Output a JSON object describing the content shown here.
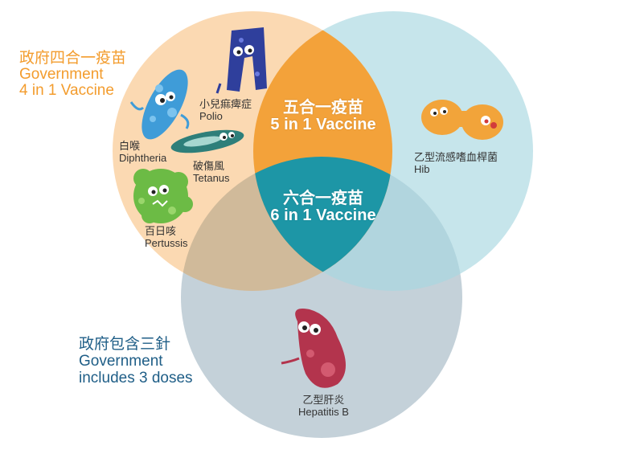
{
  "colors": {
    "gov4_circle": "#f9cc98",
    "hib_circle": "#a7d7e0",
    "hepb_circle": "#9cb3c0",
    "five_in_one": "#f3a23a",
    "six_in_one": "#1d96a6",
    "gov4_text": "#f39c2d",
    "gov3_text": "#1f5e87"
  },
  "gov4": {
    "zh": "政府四合一疫苗",
    "en_line1": "Government",
    "en_line2": "4 in 1 Vaccine"
  },
  "gov3": {
    "zh": "政府包含三針",
    "en_line1": "Government",
    "en_line2": "includes 3 doses"
  },
  "five_in_one": {
    "zh": "五合一疫苗",
    "en": "5 in 1 Vaccine"
  },
  "six_in_one": {
    "zh": "六合一疫苗",
    "en": "6 in 1 Vaccine"
  },
  "diseases": {
    "diphtheria": {
      "zh": "白喉",
      "en": "Diphtheria",
      "icon": "diphtheria-germ-icon"
    },
    "polio": {
      "zh": "小兒痲痺症",
      "en": "Polio",
      "icon": "polio-germ-icon"
    },
    "tetanus": {
      "zh": "破傷風",
      "en": "Tetanus",
      "icon": "tetanus-germ-icon"
    },
    "pertussis": {
      "zh": "百日咳",
      "en": "Pertussis",
      "icon": "pertussis-germ-icon"
    },
    "hib": {
      "zh": "乙型流感嗜血桿菌",
      "en": "Hib",
      "icon": "hib-germ-icon"
    },
    "hepatitis_b": {
      "zh": "乙型肝炎",
      "en": "Hepatitis B",
      "icon": "hepatitis-b-germ-icon"
    }
  }
}
